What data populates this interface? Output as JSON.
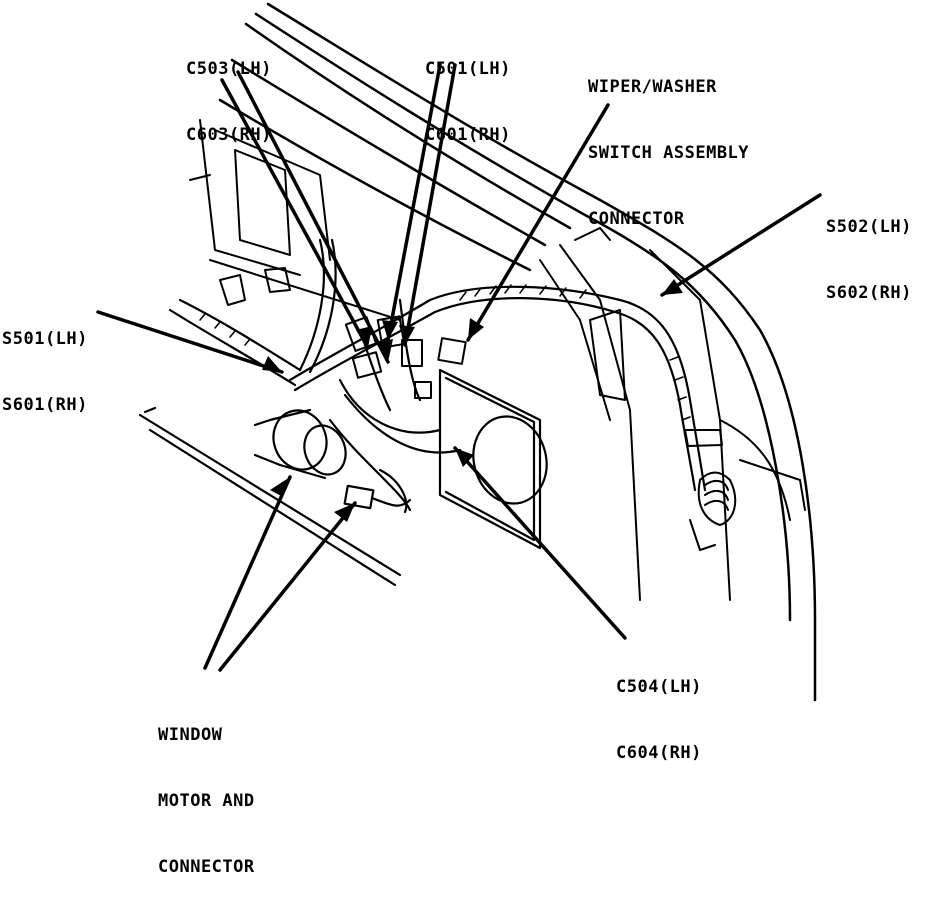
{
  "colors": {
    "ink": "#000000",
    "paper": "#ffffff"
  },
  "labels": {
    "c503": {
      "line1": "C503(LH)",
      "line2": "C603(RH)"
    },
    "c501": {
      "line1": "C501(LH)",
      "line2": "C601(RH)"
    },
    "wiper": {
      "line1": "WIPER/WASHER",
      "line2": "SWITCH ASSEMBLY",
      "line3": "CONNECTOR"
    },
    "s502": {
      "line1": "S502(LH)",
      "line2": "S602(RH)"
    },
    "s501": {
      "line1": "S501(LH)",
      "line2": "S601(RH)"
    },
    "c504": {
      "line1": "C504(LH)",
      "line2": "C604(RH)"
    },
    "window_motor": {
      "line1": "WINDOW",
      "line2": "MOTOR AND",
      "line3": "CONNECTOR"
    }
  }
}
